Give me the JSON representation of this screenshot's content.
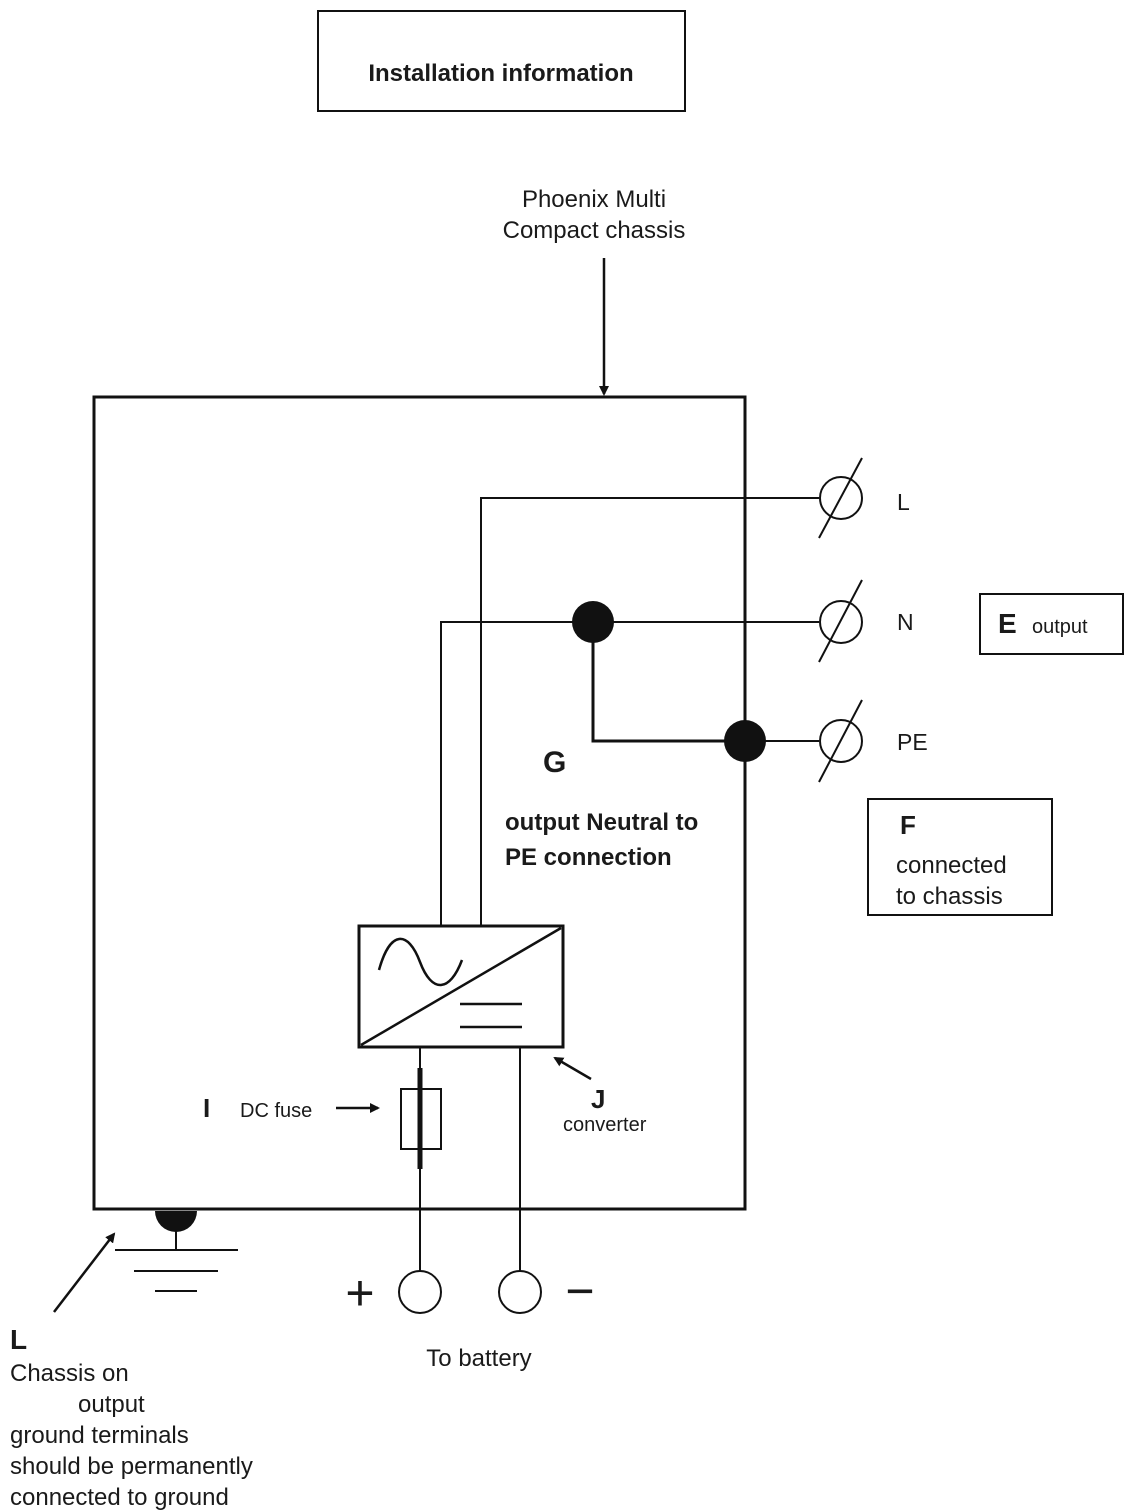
{
  "title": "Installation information",
  "chassis": {
    "line1": "Phoenix Multi",
    "line2": "Compact chassis"
  },
  "terminals": {
    "l": "L",
    "n": "N",
    "pe": "PE"
  },
  "callouts": {
    "e": {
      "letter": "E",
      "text": "output"
    },
    "f": {
      "letter": "F",
      "line1": "connected",
      "line2": "to chassis"
    },
    "g": {
      "letter": "G",
      "line1": "output Neutral to",
      "line2": "PE connection"
    },
    "i": {
      "letter": "I",
      "text": "DC fuse"
    },
    "j": {
      "letter": "J",
      "text": "converter"
    },
    "l": {
      "letter": "L",
      "lines": [
        "Chassis on",
        "output",
        "ground terminals",
        "should be permanently",
        "connected to ground"
      ]
    }
  },
  "battery": {
    "plus": "+",
    "minus": "−",
    "label": "To battery"
  }
}
